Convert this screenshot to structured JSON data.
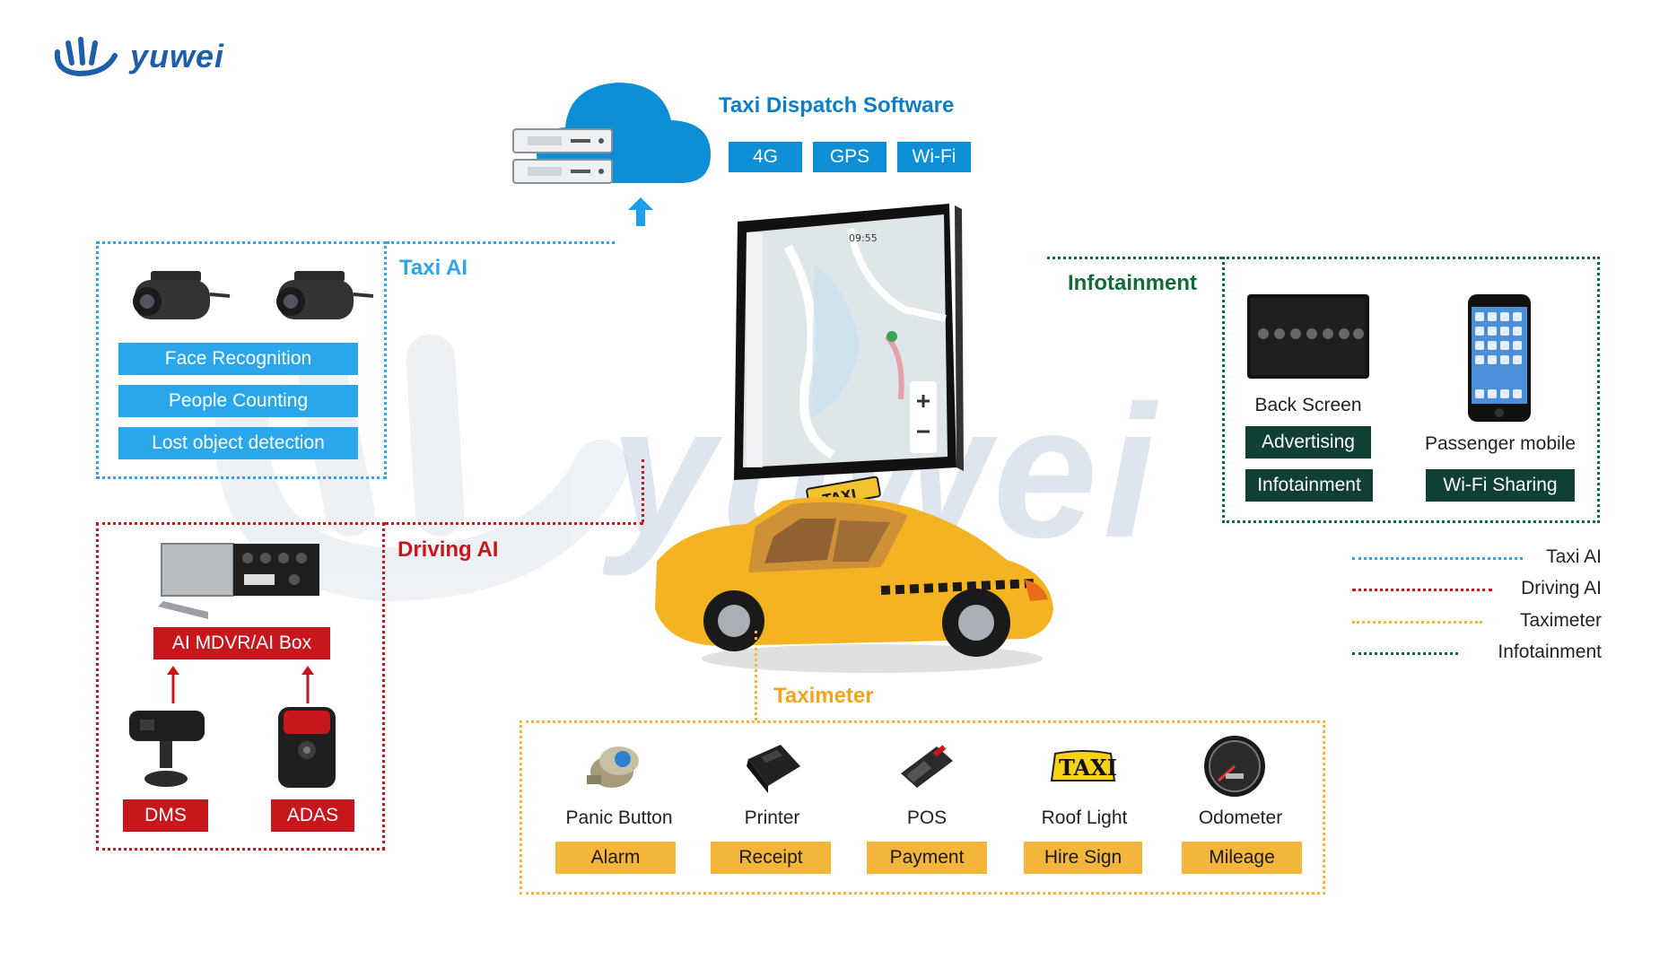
{
  "brand": {
    "name": "yuwei"
  },
  "icons": {
    "logo": "yuwei-logo-icon",
    "cloud": "cloud-server-icon",
    "upload_arrow": "upload-arrow-icon",
    "dashcam": "dashcam-icon",
    "ai_box": "ai-box-icon",
    "dms_camera": "dms-camera-icon",
    "adas_camera": "adas-camera-icon",
    "tablet": "tablet-map-icon",
    "taxi": "taxi-car-icon",
    "back_screen": "back-screen-icon",
    "phone": "smartphone-icon",
    "panic_button": "panic-button-icon",
    "printer": "printer-icon",
    "pos": "pos-terminal-icon",
    "roof_light": "roof-light-icon",
    "odometer": "odometer-icon"
  },
  "colors": {
    "taxi_ai": "#2aa6ea",
    "driving_ai": "#c8161d",
    "taximeter": "#f4b63a",
    "infotainment": "#0f6b3a",
    "cloud": "#0c8fd6",
    "brand": "#1d5fa8"
  },
  "dispatch": {
    "title": "Taxi Dispatch Software",
    "tags": [
      "4G",
      "GPS",
      "Wi-Fi"
    ]
  },
  "taxi_ai": {
    "title": "Taxi AI",
    "features": [
      "Face Recognition",
      "People Counting",
      "Lost object detection"
    ]
  },
  "driving_ai": {
    "title": "Driving AI",
    "box_label": "AI MDVR/AI Box",
    "dms_label": "DMS",
    "adas_label": "ADAS"
  },
  "infotainment": {
    "title": "Infotainment",
    "back_screen": {
      "label": "Back Screen",
      "tags": [
        "Advertising",
        "Infotainment"
      ]
    },
    "passenger_mobile": {
      "label": "Passenger mobile",
      "tags": [
        "Wi-Fi Sharing"
      ]
    }
  },
  "taximeter": {
    "title": "Taximeter",
    "items": [
      {
        "label": "Panic Button",
        "tag": "Alarm"
      },
      {
        "label": "Printer",
        "tag": "Receipt"
      },
      {
        "label": "POS",
        "tag": "Payment"
      },
      {
        "label": "Roof Light",
        "tag": "Hire Sign"
      },
      {
        "label": "Odometer",
        "tag": "Mileage"
      }
    ]
  },
  "screen": {
    "time": "09:55",
    "roof_sign": "TAXI"
  },
  "roof_light_text": "TAXI",
  "legend": [
    "Taxi AI",
    "Driving AI",
    "Taximeter",
    "Infotainment"
  ]
}
